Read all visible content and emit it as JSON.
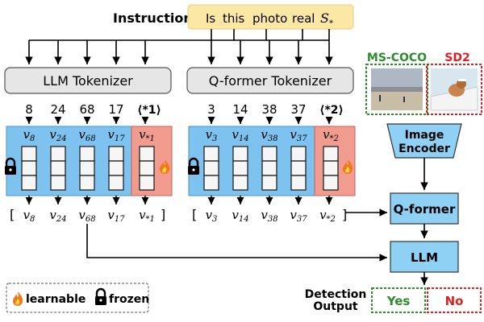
{
  "instruction": {
    "label": "Instruction",
    "words": [
      "Is",
      "this",
      "photo",
      "real"
    ],
    "special": "S",
    "special_sub": "*"
  },
  "llm_tokenizer": {
    "label": "LLM Tokenizer",
    "ids": [
      "8",
      "24",
      "68",
      "17",
      "⟨*1⟩"
    ],
    "vectors": [
      "v",
      "v",
      "v",
      "v",
      "v"
    ],
    "vector_subs": [
      "8",
      "24",
      "68",
      "17",
      "*1"
    ],
    "output": [
      "v",
      "v",
      "v",
      "v",
      "v"
    ],
    "output_subs": [
      "8",
      "24",
      "68",
      "17",
      "*1"
    ]
  },
  "qformer_tokenizer": {
    "label": "Q-former Tokenizer",
    "ids": [
      "3",
      "14",
      "38",
      "37",
      "⟨*2⟩"
    ],
    "vectors": [
      "v",
      "v",
      "v",
      "v",
      "v"
    ],
    "vector_subs": [
      "3",
      "14",
      "38",
      "37",
      "*2"
    ],
    "output": [
      "v",
      "v",
      "v",
      "v",
      "v"
    ],
    "output_subs": [
      "3",
      "14",
      "38",
      "37",
      "*2"
    ]
  },
  "images": {
    "real_label": "MS-COCO",
    "fake_label": "SD2",
    "real_color": "#2e8b2e",
    "fake_color": "#e02020"
  },
  "blocks": {
    "image_encoder_line1": "Image",
    "image_encoder_line2": "Encoder",
    "qformer": "Q-former",
    "llm": "LLM"
  },
  "detection": {
    "label_line1": "Detection",
    "label_line2": "Output",
    "yes": "Yes",
    "no": "No"
  },
  "legend": {
    "learnable": "learnable",
    "frozen": "frozen"
  },
  "colors": {
    "blue": "#7ec3f0",
    "red": "#f29b8f",
    "instruction_bg": "#fce7a6",
    "block_blue": "#8fd0f5"
  }
}
